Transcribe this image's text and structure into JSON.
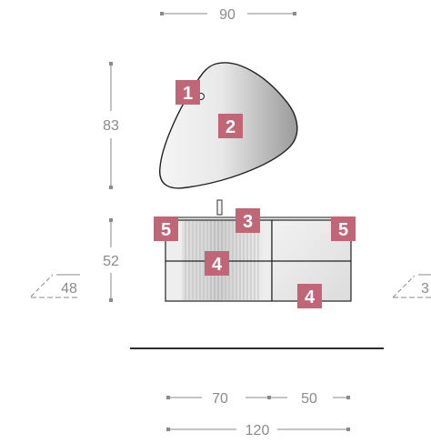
{
  "dimensions": {
    "mirror_width": "90",
    "mirror_height": "83",
    "cabinet_height": "52",
    "depth_left": "48",
    "depth_right": "3",
    "section_left_width": "70",
    "section_right_width": "50",
    "total_width": "120"
  },
  "badges": {
    "b1": "1",
    "b2": "2",
    "b3": "3",
    "b4_left": "4",
    "b4_right": "4",
    "b5_left": "5",
    "b5_right": "5"
  },
  "colors": {
    "badge": "#c06676",
    "dimension": "#8a8a8a",
    "outline": "#222222",
    "floor": "#111111"
  }
}
